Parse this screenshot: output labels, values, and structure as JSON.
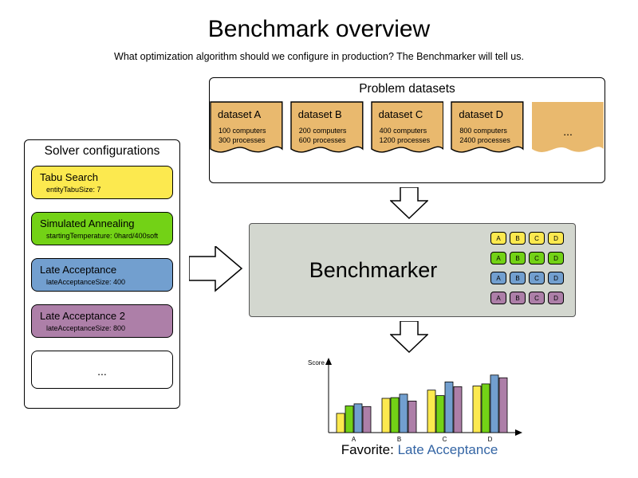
{
  "title": "Benchmark overview",
  "subtitle": "What optimization algorithm should we configure in production? The Benchmarker will tell us.",
  "solver_configurations": {
    "title": "Solver configurations",
    "items": [
      {
        "name": "Tabu Search",
        "detail": "entityTabuSize: 7",
        "color": "#fce94f"
      },
      {
        "name": "Simulated Annealing",
        "detail": "startingTemperature: 0hard/400soft",
        "color": "#73d216"
      },
      {
        "name": "Late Acceptance",
        "detail": "lateAcceptanceSize: 400",
        "color": "#729fcf"
      },
      {
        "name": "Late Acceptance 2",
        "detail": "lateAcceptanceSize: 800",
        "color": "#ad7fa8"
      },
      {
        "name": "...",
        "detail": "",
        "color": "#ffffff"
      }
    ]
  },
  "problem_datasets": {
    "title": "Problem datasets",
    "card_color": "#e9b96e",
    "items": [
      {
        "name": "dataset A",
        "computers": "100 computers",
        "processes": "300 processes"
      },
      {
        "name": "dataset B",
        "computers": "200 computers",
        "processes": "600 processes"
      },
      {
        "name": "dataset C",
        "computers": "400 computers",
        "processes": "1200 processes"
      },
      {
        "name": "dataset D",
        "computers": "800 computers",
        "processes": "2400 processes"
      },
      {
        "name": "...",
        "computers": "",
        "processes": ""
      }
    ]
  },
  "benchmarker": {
    "label": "Benchmarker",
    "matrix": {
      "columns": [
        "A",
        "B",
        "C",
        "D"
      ],
      "rows": [
        {
          "solver": "Tabu Search",
          "color": "#fce94f"
        },
        {
          "solver": "Simulated Annealing",
          "color": "#73d216"
        },
        {
          "solver": "Late Acceptance",
          "color": "#729fcf"
        },
        {
          "solver": "Late Acceptance 2",
          "color": "#ad7fa8"
        }
      ]
    }
  },
  "chart_data": {
    "type": "bar",
    "title": "",
    "ylabel": "Score",
    "xlabel": "",
    "categories": [
      "A",
      "B",
      "C",
      "D"
    ],
    "ylim": [
      0,
      100
    ],
    "grid": false,
    "legend": "none",
    "series": [
      {
        "name": "Tabu Search",
        "color": "#fce94f",
        "values": [
          28,
          50,
          62,
          68
        ]
      },
      {
        "name": "Simulated Annealing",
        "color": "#73d216",
        "values": [
          39,
          51,
          54,
          71
        ]
      },
      {
        "name": "Late Acceptance",
        "color": "#729fcf",
        "values": [
          42,
          56,
          74,
          84
        ]
      },
      {
        "name": "Late Acceptance 2",
        "color": "#ad7fa8",
        "values": [
          38,
          46,
          67,
          80
        ]
      }
    ]
  },
  "favorite": {
    "label": "Favorite:",
    "value": "Late Acceptance",
    "value_color": "#3465a4"
  }
}
